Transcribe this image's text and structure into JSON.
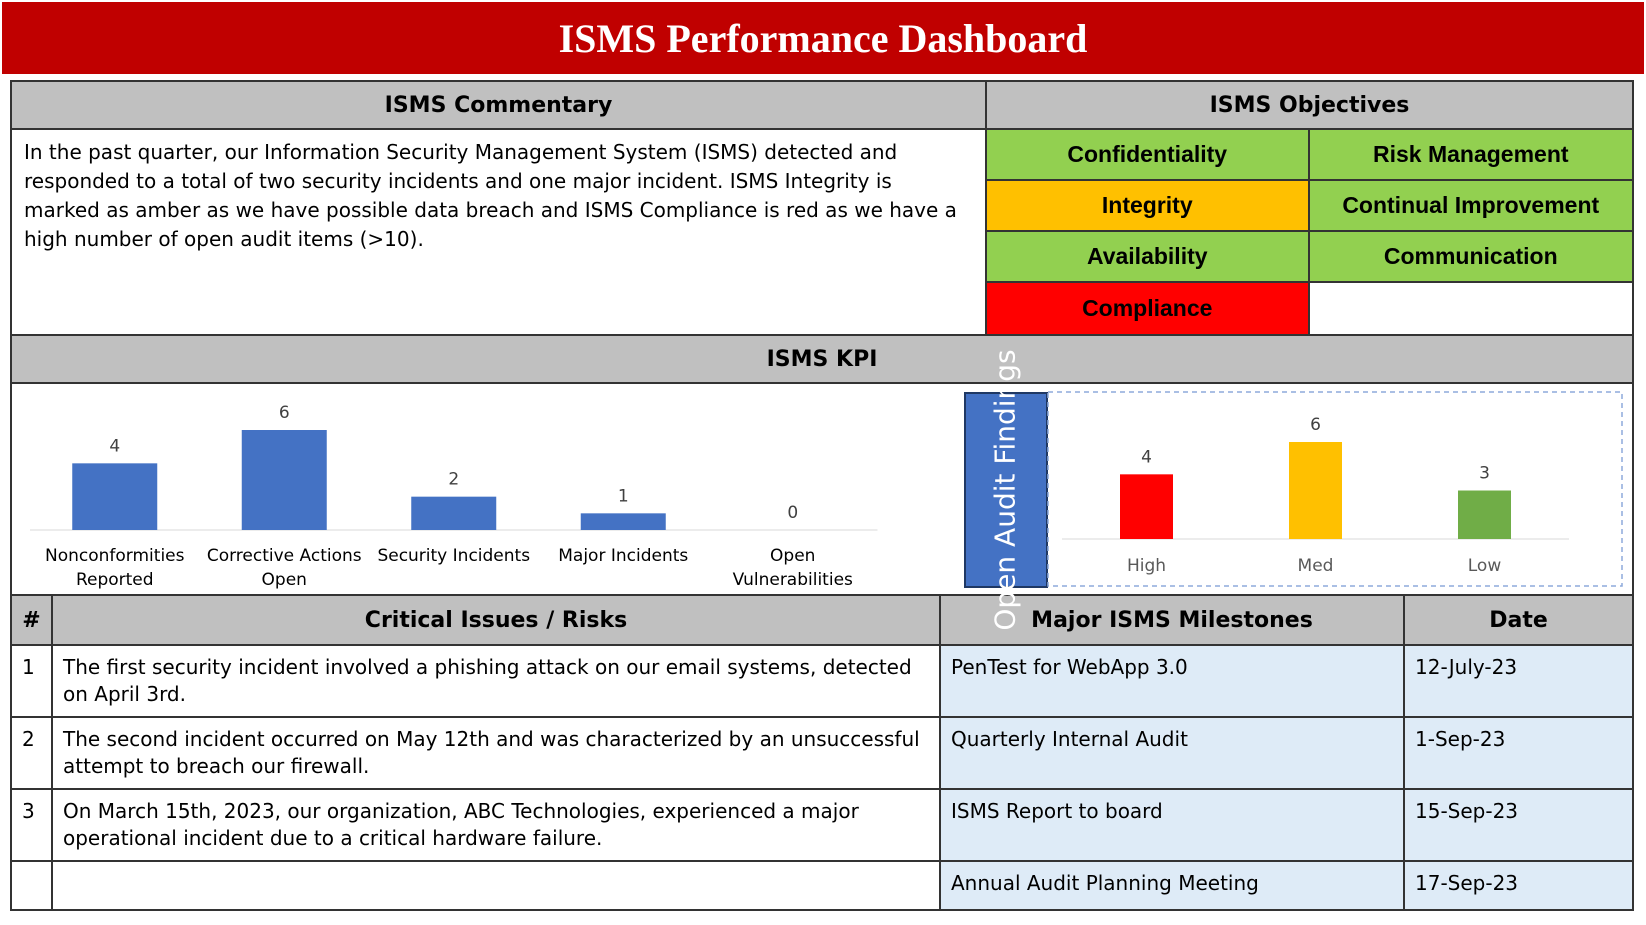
{
  "title": "ISMS Performance Dashboard",
  "commentary": {
    "header": "ISMS Commentary",
    "text": "In the past quarter, our Information Security Management System (ISMS) detected and responded to a total of two security incidents and one major incident. ISMS Integrity is marked as amber as we have possible data breach and ISMS Compliance is red as we have a high number of open audit items (>10)."
  },
  "objectives": {
    "header": "ISMS Objectives",
    "items": [
      {
        "label": "Confidentiality",
        "status": "green",
        "color": "#92d050"
      },
      {
        "label": "Risk Management",
        "status": "green",
        "color": "#92d050"
      },
      {
        "label": "Integrity",
        "status": "amber",
        "color": "#ffc000"
      },
      {
        "label": "Continual Improvement",
        "status": "green",
        "color": "#92d050"
      },
      {
        "label": "Availability",
        "status": "green",
        "color": "#92d050"
      },
      {
        "label": "Communication",
        "status": "green",
        "color": "#92d050"
      },
      {
        "label": "Compliance",
        "status": "red",
        "color": "#ff0000"
      },
      {
        "label": "",
        "status": "none",
        "color": "#ffffff"
      }
    ]
  },
  "kpi": {
    "header": "ISMS KPI",
    "audit_label": "Open Audit Findings"
  },
  "chart_data": [
    {
      "type": "bar",
      "categories": [
        "Nonconformities Reported",
        "Corrective Actions Open",
        "Security Incidents",
        "Major Incidents",
        "Open Vulnerabilities"
      ],
      "values": [
        4,
        6,
        2,
        1,
        0
      ],
      "color": "#4472c4",
      "data_labels": true,
      "grid": false
    },
    {
      "type": "bar",
      "title": "Open Audit Findings",
      "categories": [
        "High",
        "Med",
        "Low"
      ],
      "values": [
        4,
        6,
        3
      ],
      "colors": [
        "#ff0000",
        "#ffc000",
        "#70ad47"
      ],
      "data_labels": true,
      "grid": false
    }
  ],
  "issues": {
    "col_num": "#",
    "col_issue": "Critical Issues / Risks",
    "rows": [
      {
        "num": "1",
        "text": "The first security incident involved a phishing attack on our email systems, detected on April 3rd."
      },
      {
        "num": "2",
        "text": "The second incident occurred on May 12th and was characterized by an unsuccessful attempt to breach our firewall."
      },
      {
        "num": "3",
        "text": "On March 15th, 2023, our organization, ABC Technologies, experienced a major operational incident due to a critical hardware failure."
      },
      {
        "num": "",
        "text": ""
      }
    ]
  },
  "milestones": {
    "col_name": "Major ISMS Milestones",
    "col_date": "Date",
    "rows": [
      {
        "name": "PenTest for WebApp 3.0",
        "date": "12-July-23"
      },
      {
        "name": "Quarterly Internal Audit",
        "date": "1-Sep-23"
      },
      {
        "name": "ISMS Report to board",
        "date": "15-Sep-23"
      },
      {
        "name": "Annual Audit Planning Meeting",
        "date": "17-Sep-23"
      }
    ]
  }
}
